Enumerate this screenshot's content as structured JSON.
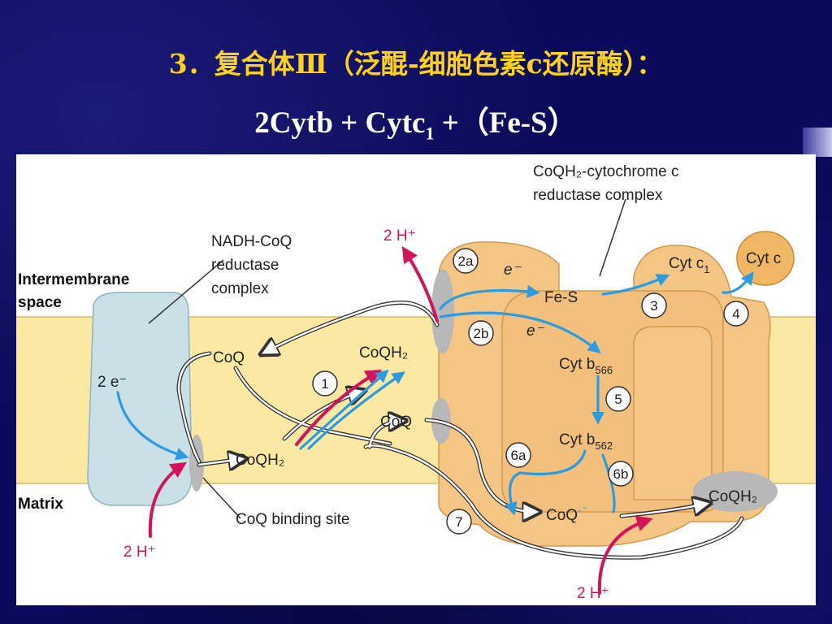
{
  "slide": {
    "title": "3．复合体Ⅲ（泛醌-细胞色素c还原酶）：",
    "subtitle_main": "2Cytb + Cytc",
    "subtitle_sub": "1",
    "subtitle_tail": " +（Fe-S）"
  },
  "figure": {
    "complex3_label_line1": "CoQH₂-cytochrome c",
    "complex3_label_line2": "reductase complex",
    "nadh_label_line1": "NADH-CoQ",
    "nadh_label_line2": "reductase",
    "nadh_label_line3": "complex",
    "intermembrane_line1": "Intermembrane",
    "intermembrane_line2": "space",
    "matrix": "Matrix",
    "coq_binding_site": "CoQ binding site",
    "two_h_top": "2 H⁺",
    "two_h_left": "2 H⁺",
    "two_h_bottom": "2 H⁺",
    "two_e": "2 e⁻",
    "coq_left": "CoQ",
    "coqh2_left": "CoQH₂",
    "coqh2_center": "CoQH₂",
    "coq_center": "CoQ",
    "coq_radical": "CoQ",
    "coq_radical_sup": "·⁻",
    "coqh2_right": "CoQH₂",
    "e_minus_1": "e⁻",
    "e_minus_2": "e⁻",
    "fes": "Fe-S",
    "cyt_c1": "Cyt c",
    "cyt_c1_sub": "1",
    "cyt_c": "Cyt c",
    "cyt_b566": "Cyt b",
    "cyt_b566_sub": "566",
    "cyt_b562": "Cyt b",
    "cyt_b562_sub": "562",
    "step_1": "1",
    "step_2a": "2a",
    "step_2b": "2b",
    "step_3": "3",
    "step_4": "4",
    "step_5": "5",
    "step_6a": "6a",
    "step_6b": "6b",
    "step_7": "7"
  },
  "colors": {
    "background": "#0a0a5a",
    "title": "#ffd21a",
    "membrane": "#fbe9a3",
    "protein": "#f4c585",
    "nadh_complex": "#c9e1e6",
    "electron_arrow": "#2d9be0",
    "proton_arrow": "#d4145a"
  }
}
